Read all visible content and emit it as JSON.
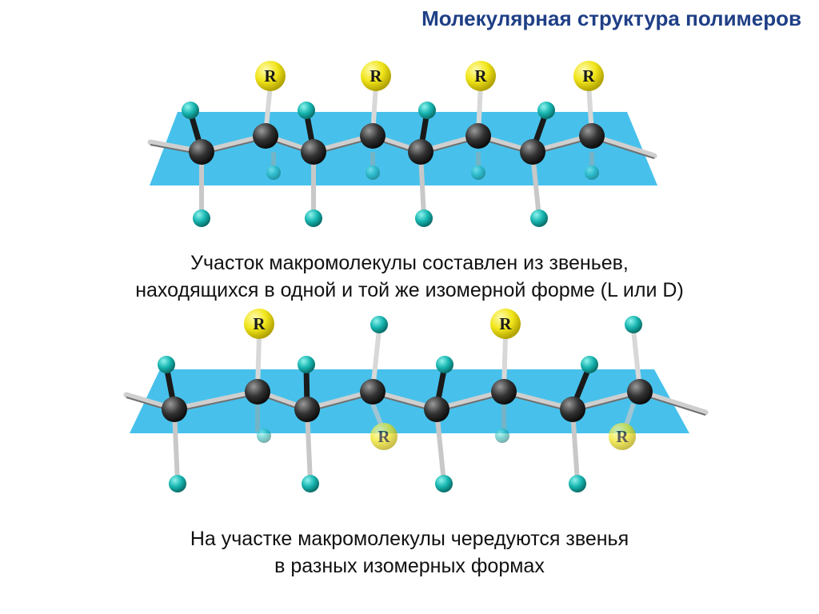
{
  "title": "Молекулярная структура полимеров",
  "diagram_top": {
    "substituent_label": "R",
    "caption": {
      "line1": "Участок макромолекулы составлен из звеньев,",
      "line2": "находящихся в одной и той же изомерной форме (L или D)"
    }
  },
  "diagram_bottom": {
    "substituent_label": "R",
    "caption": {
      "line1": "На участке макромолекулы  чередуются звенья",
      "line2": "в разных изомерных формах"
    }
  },
  "colors": {
    "title": "#1f3f86",
    "plane": "#1fb3e6",
    "carbon": "#2a2a2a",
    "hydrogen": "#17b5b0",
    "substituent": "#f1e51a"
  }
}
